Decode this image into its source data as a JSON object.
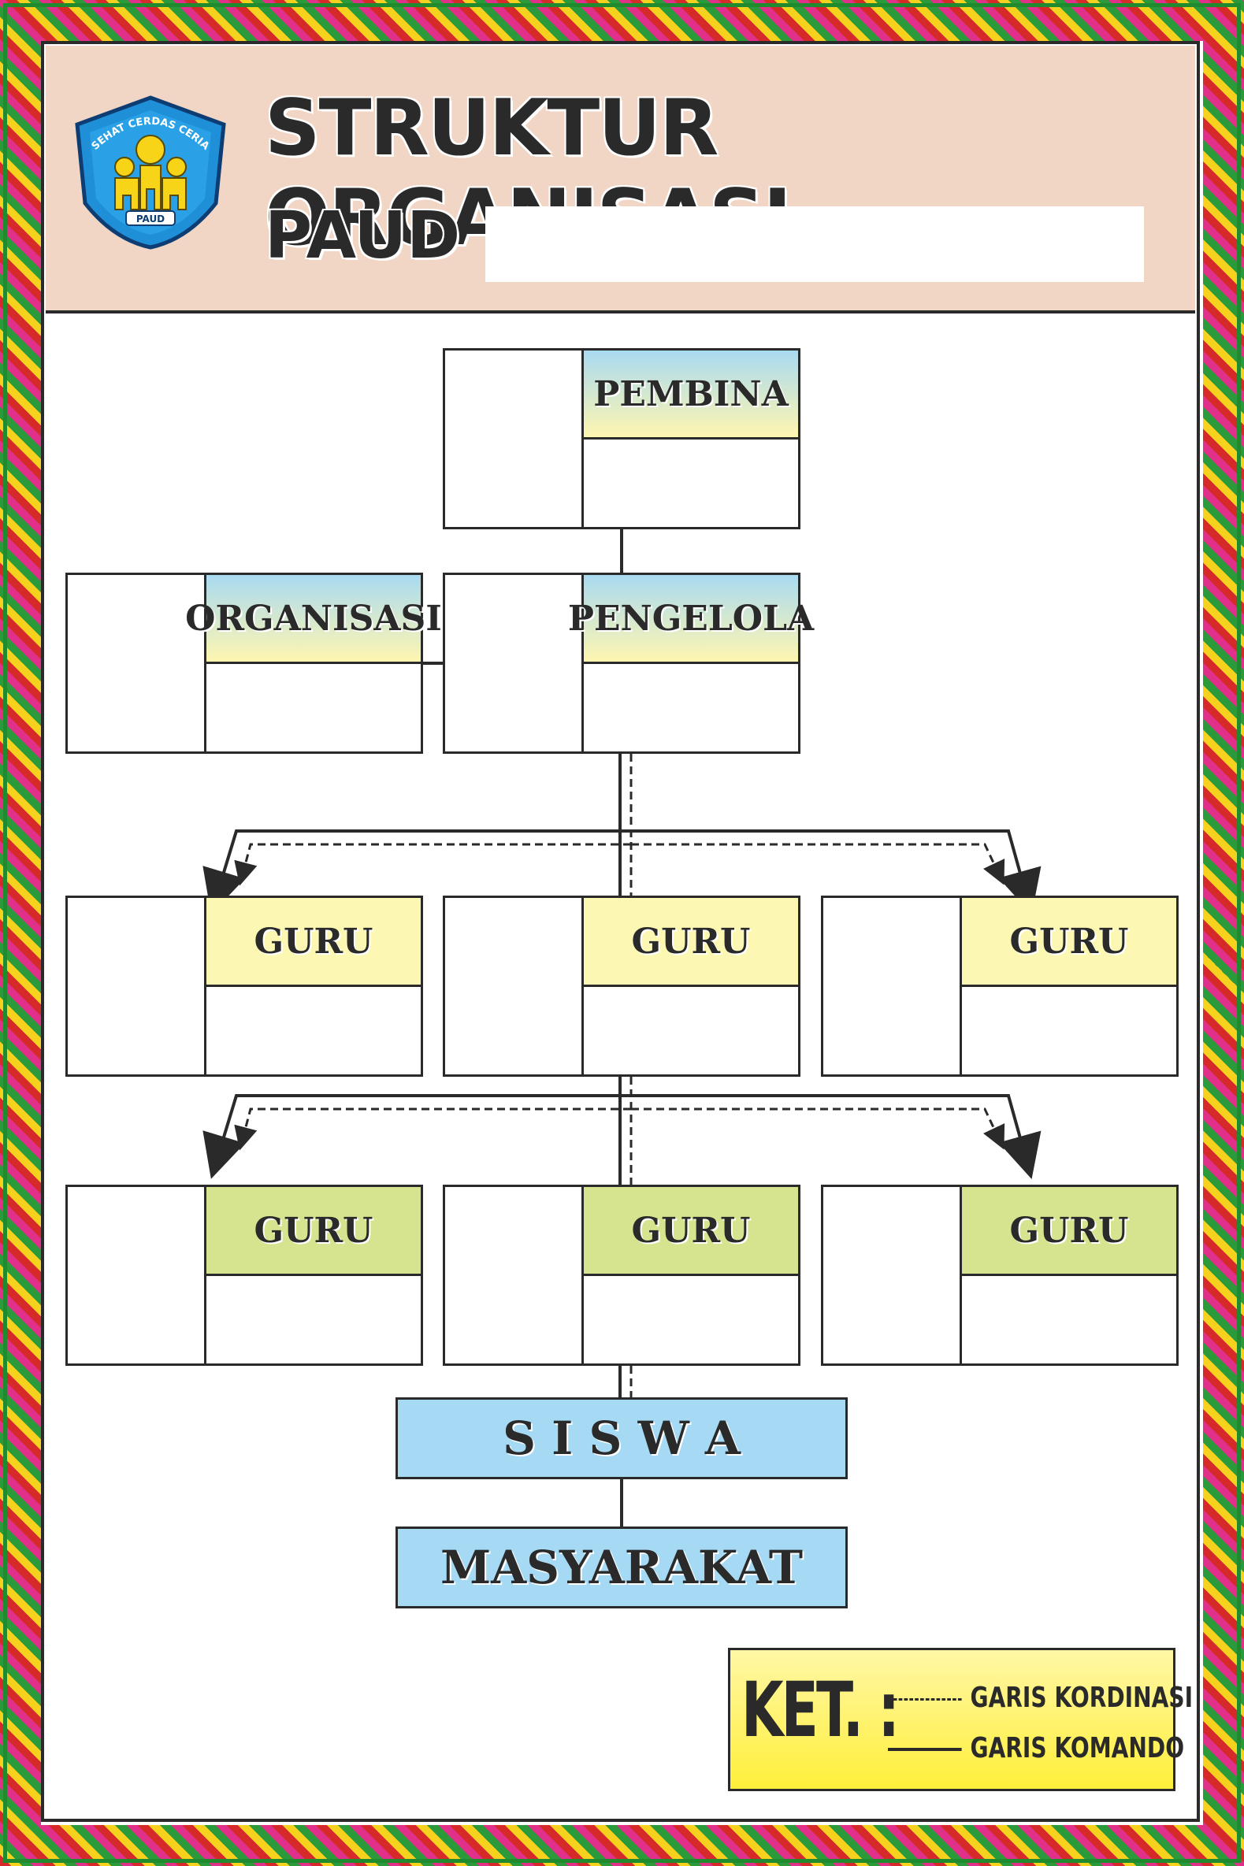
{
  "header": {
    "title": "STRUKTUR ORGANISASI",
    "paud_label": "PAUD :",
    "paud_value": "",
    "logo": {
      "icon": "paud-logo-icon",
      "text_top": "SEHAT CERDAS CERIA",
      "text_bottom": "PAUD"
    }
  },
  "org": {
    "pembina": "PEMBINA",
    "organisasi": "ORGANISASI",
    "pengelola": "PENGELOLA",
    "guru_row1": [
      "GURU",
      "GURU",
      "GURU"
    ],
    "guru_row2": [
      "GURU",
      "GURU",
      "GURU"
    ],
    "siswa": "S I S W A",
    "masyarakat": "MASYARAKAT"
  },
  "legend": {
    "ket": "KET. :",
    "koordinasi": "GARIS KORDINASI",
    "komando": "GARIS KOMANDO"
  },
  "colors": {
    "frame": "#1f8a2e",
    "header_bg": "#f2d6c5",
    "role_gradient_top": "#a9daf1",
    "role_gradient_bottom": "#fff6b0",
    "guru_row1": "#fdf7b4",
    "guru_row2": "#d7e48f",
    "siswa_bg": "#a6daf4",
    "legend_bg": "#ffef3a"
  }
}
